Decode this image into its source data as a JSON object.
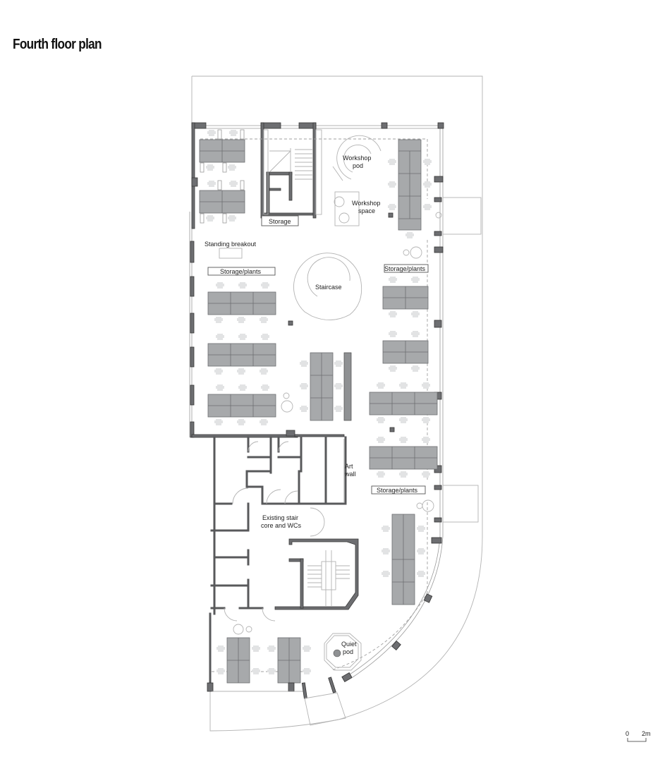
{
  "title": "Fourth floor plan",
  "rooms": {
    "storage": "Storage",
    "workshop_pod_1": "Workshop",
    "workshop_pod_2": "pod",
    "workshop_space_1": "Workshop",
    "workshop_space_2": "space",
    "standing_breakout": "Standing breakout",
    "storage_plants_left": "Storage/plants",
    "storage_plants_right_top": "Storage/plants",
    "storage_plants_right_bottom": "Storage/plants",
    "staircase": "Staircase",
    "art_wall_1": "Art",
    "art_wall_2": "wall",
    "core_1": "Existing stair",
    "core_2": "core and WCs",
    "quiet_pod_1": "Quiet",
    "quiet_pod_2": "pod"
  },
  "scale_bar": {
    "start": "0",
    "end": "2m"
  },
  "colors": {
    "wall": "#6d6e71",
    "desk": "#a7a9ab",
    "chair": "#e2e3e4",
    "line": "#b3b3b3"
  }
}
